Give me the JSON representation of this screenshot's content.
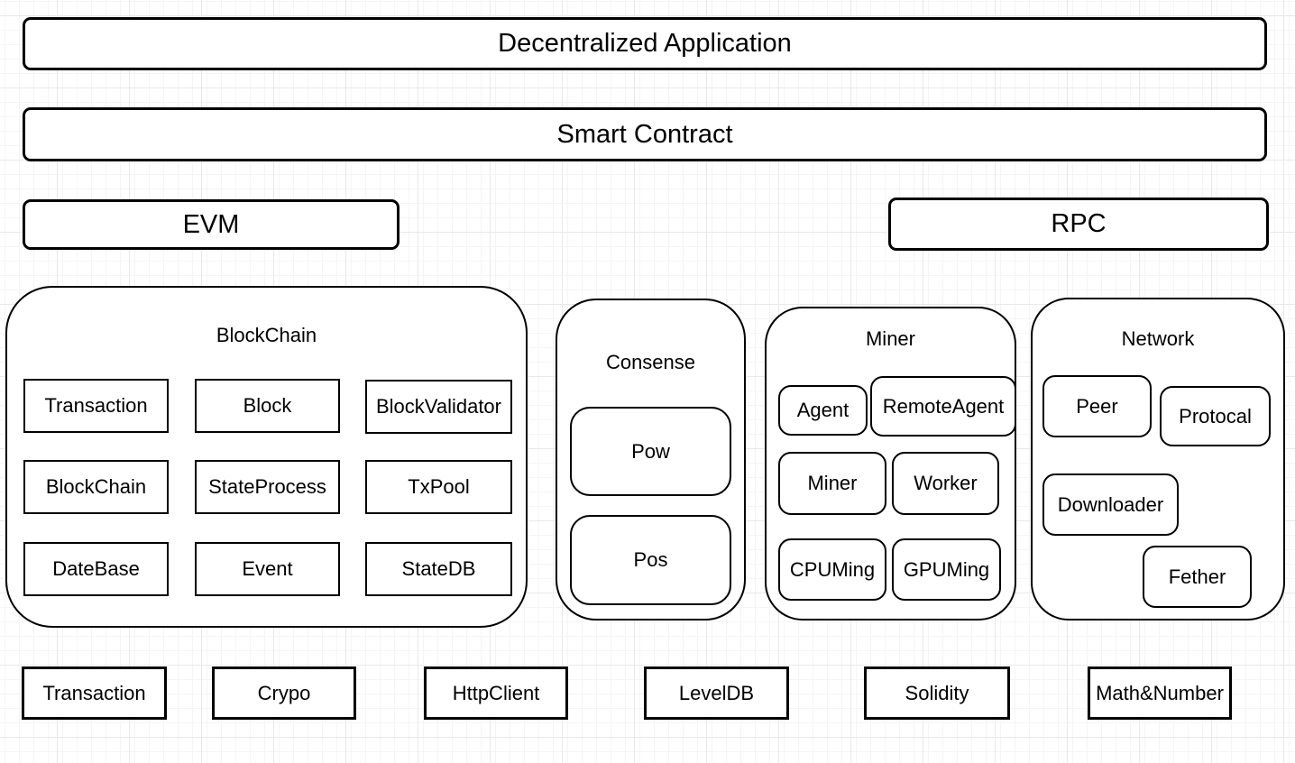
{
  "diagram": {
    "layers": {
      "dapp": "Decentralized Application",
      "smart_contract": "Smart Contract",
      "evm": "EVM",
      "rpc": "RPC"
    },
    "blockchain": {
      "title": "BlockChain",
      "cells": [
        "Transaction",
        "Block",
        "BlockValidator",
        "BlockChain",
        "StateProcess",
        "TxPool",
        "DateBase",
        "Event",
        "StateDB"
      ]
    },
    "consense": {
      "title": "Consense",
      "cells": [
        "Pow",
        "Pos"
      ]
    },
    "miner": {
      "title": "Miner",
      "cells": [
        "Agent",
        "RemoteAgent",
        "Miner",
        "Worker",
        "CPUMing",
        "GPUMing"
      ]
    },
    "network": {
      "title": "Network",
      "cells": [
        "Peer",
        "Protocal",
        "Downloader",
        "Fether"
      ]
    },
    "libraries": [
      "Transaction",
      "Crypo",
      "HttpClient",
      "LevelDB",
      "Solidity",
      "Math&Number"
    ]
  },
  "colors": {
    "stroke": "#000000",
    "fill": "#ffffff",
    "grid_minor": "#f5f5f5",
    "grid_major": "#e9e9e9"
  }
}
